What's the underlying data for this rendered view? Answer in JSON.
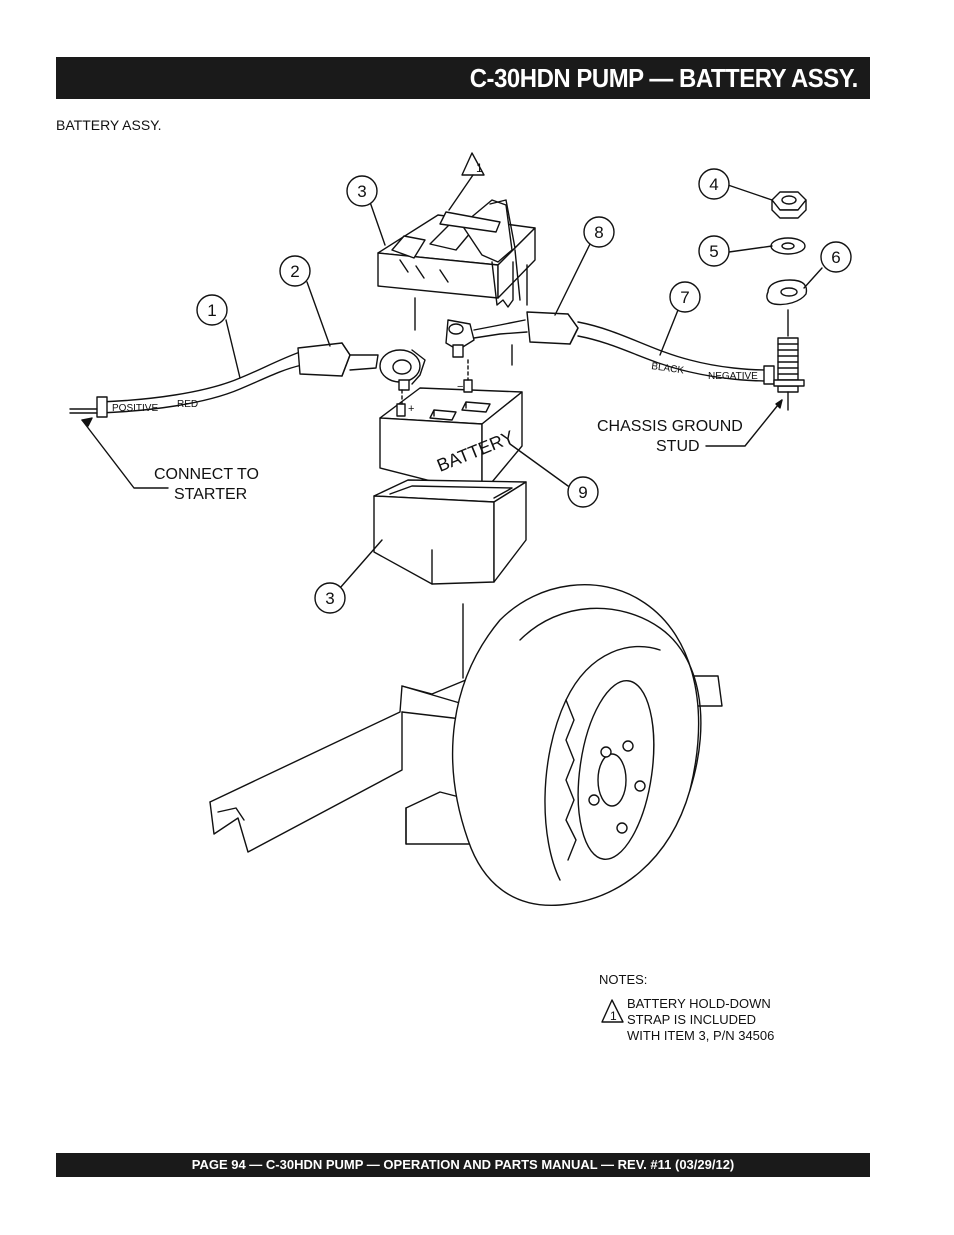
{
  "header": {
    "title": "C-30HDN PUMP — BATTERY ASSY."
  },
  "subtitle": "BATTERY ASSY.",
  "diagram": {
    "callouts": [
      "1",
      "2",
      "3",
      "4",
      "5",
      "6",
      "7",
      "8",
      "9",
      "3"
    ],
    "labels": {
      "positive": "POSITIVE",
      "red": "RED",
      "black": "BLACK",
      "negative": "NEGATIVE",
      "battery": "BATTERY",
      "plus": "+",
      "minus": "−",
      "connect_line1": "CONNECT TO",
      "connect_line2": "STARTER",
      "chassis_line1": "CHASSIS GROUND",
      "chassis_line2": "STUD",
      "note_triangle": "1"
    }
  },
  "notes": {
    "heading": "NOTES:",
    "marker": "1",
    "line1": "BATTERY HOLD-DOWN",
    "line2": "STRAP IS INCLUDED",
    "line3": "WITH ITEM 3, P/N 34506"
  },
  "footer": {
    "text": "PAGE 94 — C-30HDN PUMP — OPERATION AND PARTS MANUAL — REV. #11 (03/29/12)"
  }
}
